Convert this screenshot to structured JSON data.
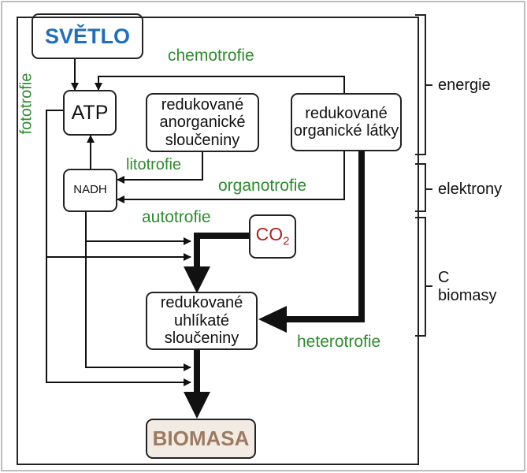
{
  "nodes": {
    "svetlo": "SVĚTLO",
    "atp": "ATP",
    "red_anorg": "redukované anorganické sloučeniny",
    "red_org": "redukované organické látky",
    "nadh": "NADH",
    "co2_main": "CO",
    "co2_sub": "2",
    "red_uhl": "redukované uhlíkaté sloučeniny",
    "biomasa": "BIOMASA"
  },
  "edge_labels": {
    "fototrofie": "fototrofie",
    "chemotrofie": "chemotrofie",
    "litotrofie": "litotrofie",
    "organotrofie": "organotrofie",
    "autotrofie": "autotrofie",
    "heterotrofie": "heterotrofie"
  },
  "brackets": {
    "energie": "energie",
    "elektrony": "elektrony",
    "c_biomasy_line1": "C",
    "c_biomasy_line2": "biomasy"
  },
  "colors": {
    "svetlo": "#1f6fbf",
    "green": "#2e8b2e",
    "co2": "#b22222",
    "biomasa": "#9c7b62",
    "biomasa_bg": "#f2ebe4"
  }
}
